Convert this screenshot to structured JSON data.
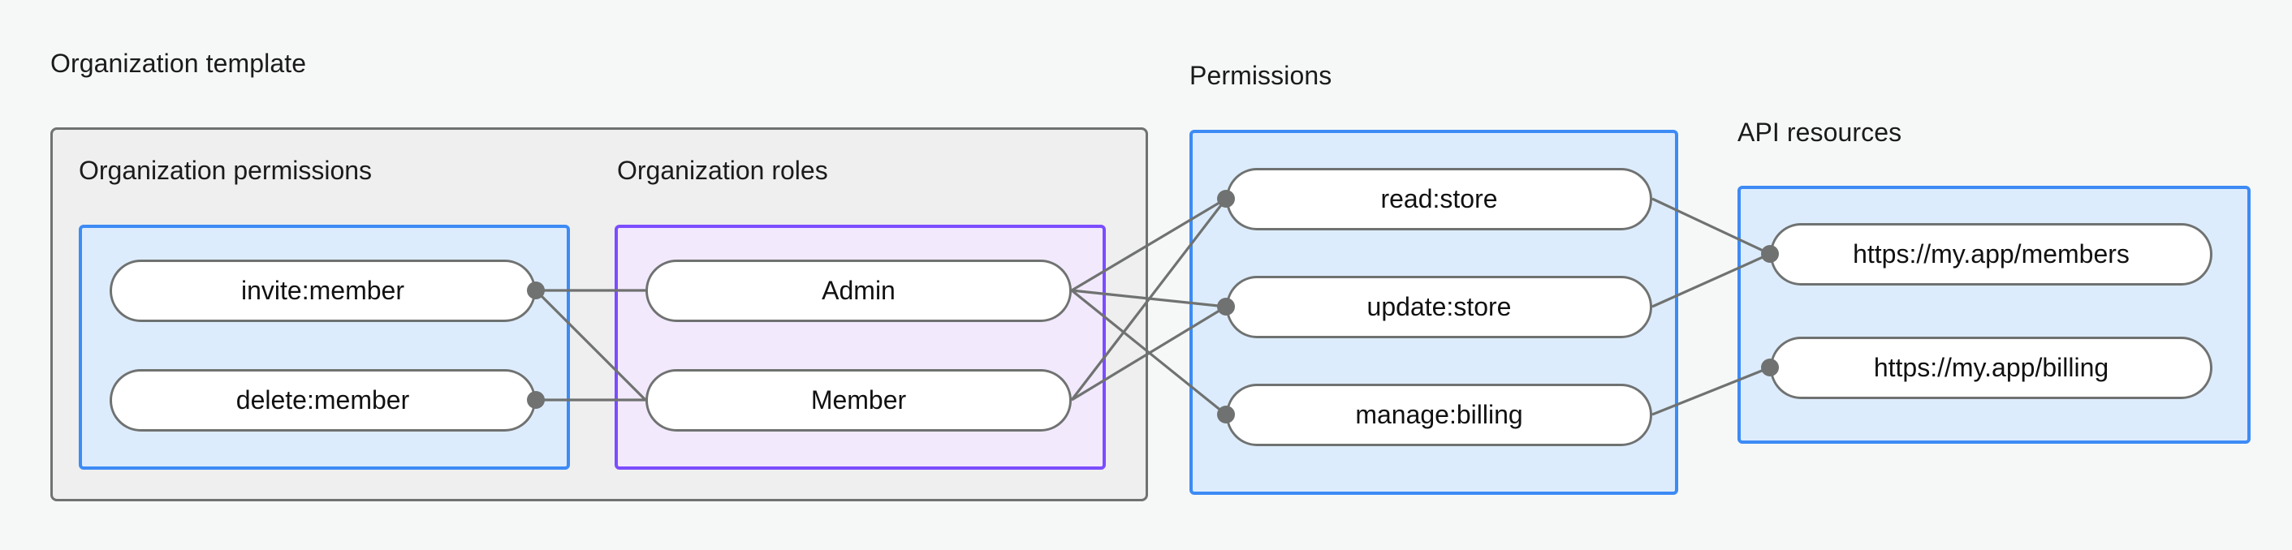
{
  "diagram": {
    "title_org_template": "Organization template",
    "title_permissions": "Permissions",
    "title_api_resources": "API resources",
    "subtitle_org_permissions": "Organization permissions",
    "subtitle_org_roles": "Organization roles",
    "colors": {
      "canvas_bg": "#f6f8f8",
      "outer_box_bg": "#eeefee",
      "outer_box_border": "#6f7270",
      "blue_box_bg": "#ddecfd",
      "blue_box_border": "#3d8bf5",
      "purple_box_bg": "#f2e9fd",
      "purple_box_border": "#7c4dff",
      "node_bg": "#ffffff",
      "node_border": "#6f7270",
      "edge": "#6f7270",
      "text": "#111111"
    },
    "org_permissions": [
      {
        "label": "invite:member"
      },
      {
        "label": "delete:member"
      }
    ],
    "org_roles": [
      {
        "label": "Admin"
      },
      {
        "label": "Member"
      }
    ],
    "permissions": [
      {
        "label": "read:store"
      },
      {
        "label": "update:store"
      },
      {
        "label": "manage:billing"
      }
    ],
    "api_resources": [
      {
        "label": "https://my.app/members"
      },
      {
        "label": "https://my.app/billing"
      }
    ],
    "edges": [
      {
        "from": "invite:member",
        "to": "Admin"
      },
      {
        "from": "invite:member",
        "to": "Member"
      },
      {
        "from": "delete:member",
        "to": "Member"
      },
      {
        "from": "Admin",
        "to": "read:store"
      },
      {
        "from": "Admin",
        "to": "update:store"
      },
      {
        "from": "Admin",
        "to": "manage:billing"
      },
      {
        "from": "Member",
        "to": "read:store"
      },
      {
        "from": "Member",
        "to": "update:store"
      },
      {
        "from": "read:store",
        "to": "https://my.app/members"
      },
      {
        "from": "update:store",
        "to": "https://my.app/members"
      },
      {
        "from": "manage:billing",
        "to": "https://my.app/billing"
      }
    ]
  }
}
